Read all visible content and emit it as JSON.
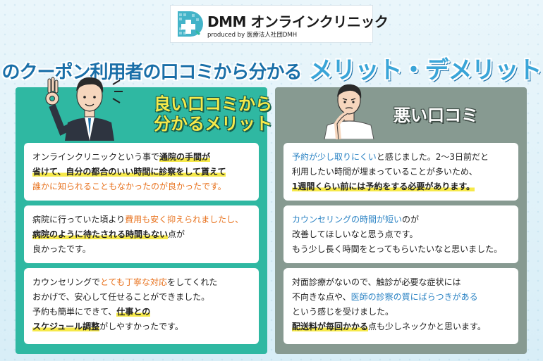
{
  "colors": {
    "good_panel": "#2fb8a2",
    "bad_panel": "#879a91",
    "headline_dark": "#1a6fa8",
    "headline_light": "#3aa5d8",
    "highlight_orange": "#e8731f",
    "highlight_blue": "#2b83c4",
    "marker_yellow": "#f6e94a"
  },
  "logo": {
    "name": "DMM オンラインクリニック",
    "sub": "produced by 医療法人社団DMH",
    "icon": "medical-cross-logo-icon"
  },
  "headline": {
    "part1": "のクーポン利用者の口コミから分かる",
    "part2": "メリット・デメリット"
  },
  "good": {
    "title_line1": "良い口コミから",
    "title_line2": "分かるメリット",
    "illustration": "businessman-ok-gesture",
    "cards": [
      {
        "l1a": "オンラインクリニックという事で",
        "l1b": "通院の手間が",
        "l2a": "省けて、自分の都合のいい時間に診察をして貰えて",
        "l3a": "誰かに知られることもなかったのが良かったです。"
      },
      {
        "l1a": "病院に行っていた頃より",
        "l1b": "費用も安く抑えられましたし、",
        "l2a": "病院のように待たされる時間もない",
        "l2b": "点が",
        "l3a": "良かったです。"
      },
      {
        "l1a": "カウンセリングで",
        "l1b": "とても丁寧な対応",
        "l1c": "をしてくれた",
        "l2a": "おかげで、安心して任せることができました。",
        "l3a": "予約も簡単にできて、",
        "l3b": "仕事との",
        "l4a": "スケジュール調整",
        "l4b": "がしやすかったです。"
      }
    ]
  },
  "bad": {
    "title": "悪い口コミ",
    "illustration": "businessman-thinking",
    "cards": [
      {
        "l1a": "予約が少し取りにくい",
        "l1b": "と感じました。2〜3日前だと",
        "l2a": "利用したい時間が埋まっていることが多いため、",
        "l3a": "1週間くらい前には予約をする必要があります。"
      },
      {
        "l1a": "カウンセリングの時間が短い",
        "l1b": "のが",
        "l2a": "改善してほしいなと思う点です。",
        "l3a": "もう少し長く時間をとってもらいたいなと思いました。"
      },
      {
        "l1a": "対面診療がないので、触診が必要な症状には",
        "l2a": "不向きな点や、",
        "l2b": "医師の診察の質にばらつきがある",
        "l3a": "という感じを受けました。",
        "l4a": "配送料が毎回かかる",
        "l4b": "点も少しネックかと思います。"
      }
    ]
  }
}
